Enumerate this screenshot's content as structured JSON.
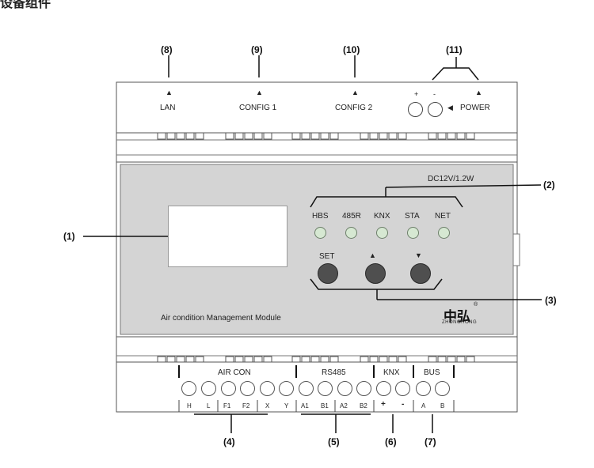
{
  "heading": "设备组件",
  "callouts": {
    "c1": "(1)",
    "c2": "(2)",
    "c3": "(3)",
    "c4": "(4)",
    "c5": "(5)",
    "c6": "(6)",
    "c7": "(7)",
    "c8": "(8)",
    "c9": "(9)",
    "c10": "(10)",
    "c11": "(11)"
  },
  "top_ports": {
    "lan": "LAN",
    "config1": "CONFIG 1",
    "config2": "CONFIG 2",
    "power": "POWER",
    "plus": "+",
    "minus": "-"
  },
  "panel": {
    "rating": "DC12V/1.2W",
    "module_name": "Air condition Management Module",
    "brand": "中弘",
    "brand_sub": "ZHONGHONG",
    "brand_mark": "®"
  },
  "leds": [
    "HBS",
    "485R",
    "KNX",
    "STA",
    "NET"
  ],
  "buttons": {
    "set": "SET",
    "up": "▲",
    "down": "▼"
  },
  "groups": {
    "aircon": "AIR CON",
    "rs485": "RS485",
    "knx": "KNX",
    "bus": "BUS"
  },
  "terminals": [
    "H",
    "L",
    "F1",
    "F2",
    "X",
    "Y",
    "A1",
    "B1",
    "A2",
    "B2",
    "+",
    "-",
    "A",
    "B"
  ]
}
